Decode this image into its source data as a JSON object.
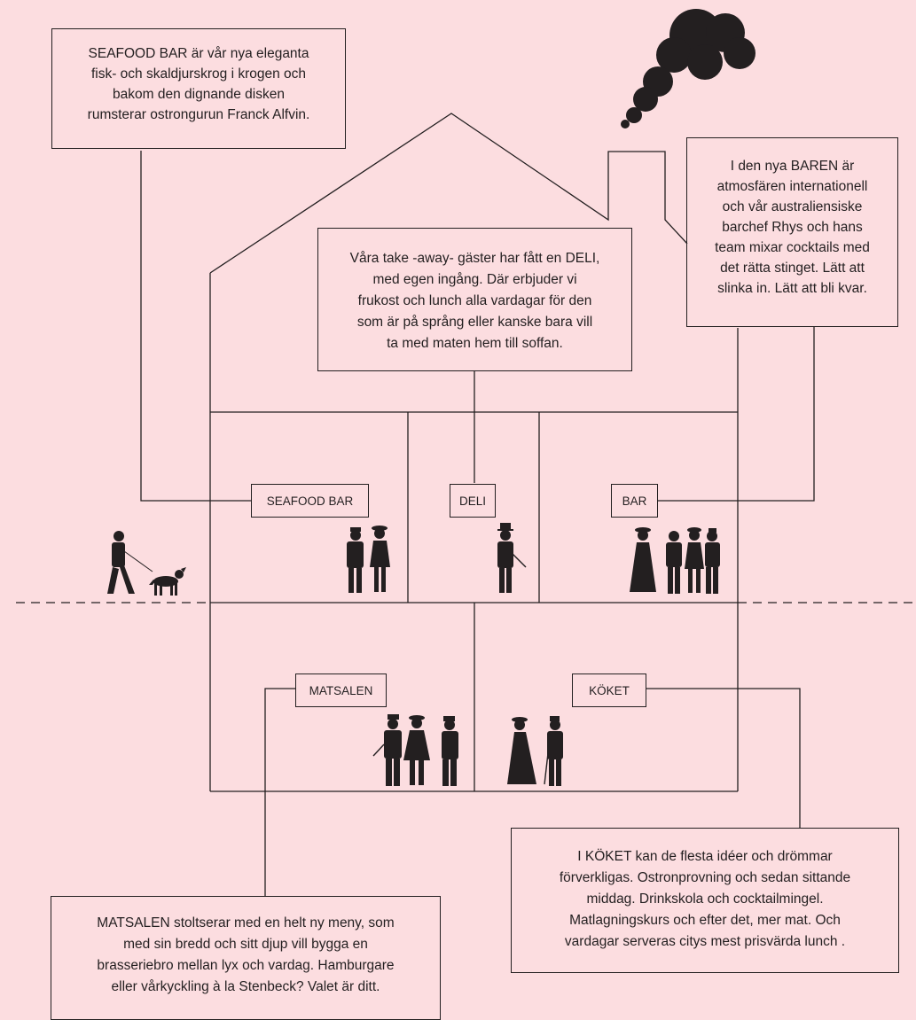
{
  "info_boxes": {
    "seafood": {
      "lines": [
        "SEAFOOD BAR är vår nya eleganta",
        "fisk- och skaldjurskrog i krogen och",
        "bakom den dignande disken",
        "rumsterar ostrongurun Franck Alfvin."
      ]
    },
    "deli": {
      "lines": [
        "Våra take -away- gäster har fått en DELI,",
        "med egen ingång. Där erbjuder vi",
        "frukost och lunch alla vardagar för den",
        "som är på språng eller kanske bara vill",
        "ta med maten hem till soffan."
      ]
    },
    "bar": {
      "lines": [
        "I den nya BAREN är",
        "atmosfären internationell",
        "och vår australiensiske",
        "barchef Rhys och hans",
        "team mixar cocktails med",
        "det rätta stinget. Lätt att",
        "slinka in. Lätt att bli kvar."
      ]
    },
    "koket": {
      "lines": [
        "I KÖKET kan de flesta idéer och drömmar",
        "förverkligas. Ostronprovning och sedan sittande",
        "middag. Drinkskola och cocktailmingel.",
        "Matlagningskurs och efter det, mer mat. Och",
        "vardagar serveras citys mest prisvärda lunch ."
      ]
    },
    "matsalen": {
      "lines": [
        "MATSALEN stoltserar med en helt ny meny, som",
        "med sin bredd och sitt djup vill bygga en",
        "brasseriebro mellan lyx och vardag. Hamburgare",
        "eller vårkyckling à la Stenbeck? Valet är ditt."
      ]
    }
  },
  "room_labels": {
    "seafood_bar": "SEAFOOD BAR",
    "deli": "DELI",
    "bar": "BAR",
    "matsalen": "MATSALEN",
    "koket": "KÖKET"
  }
}
